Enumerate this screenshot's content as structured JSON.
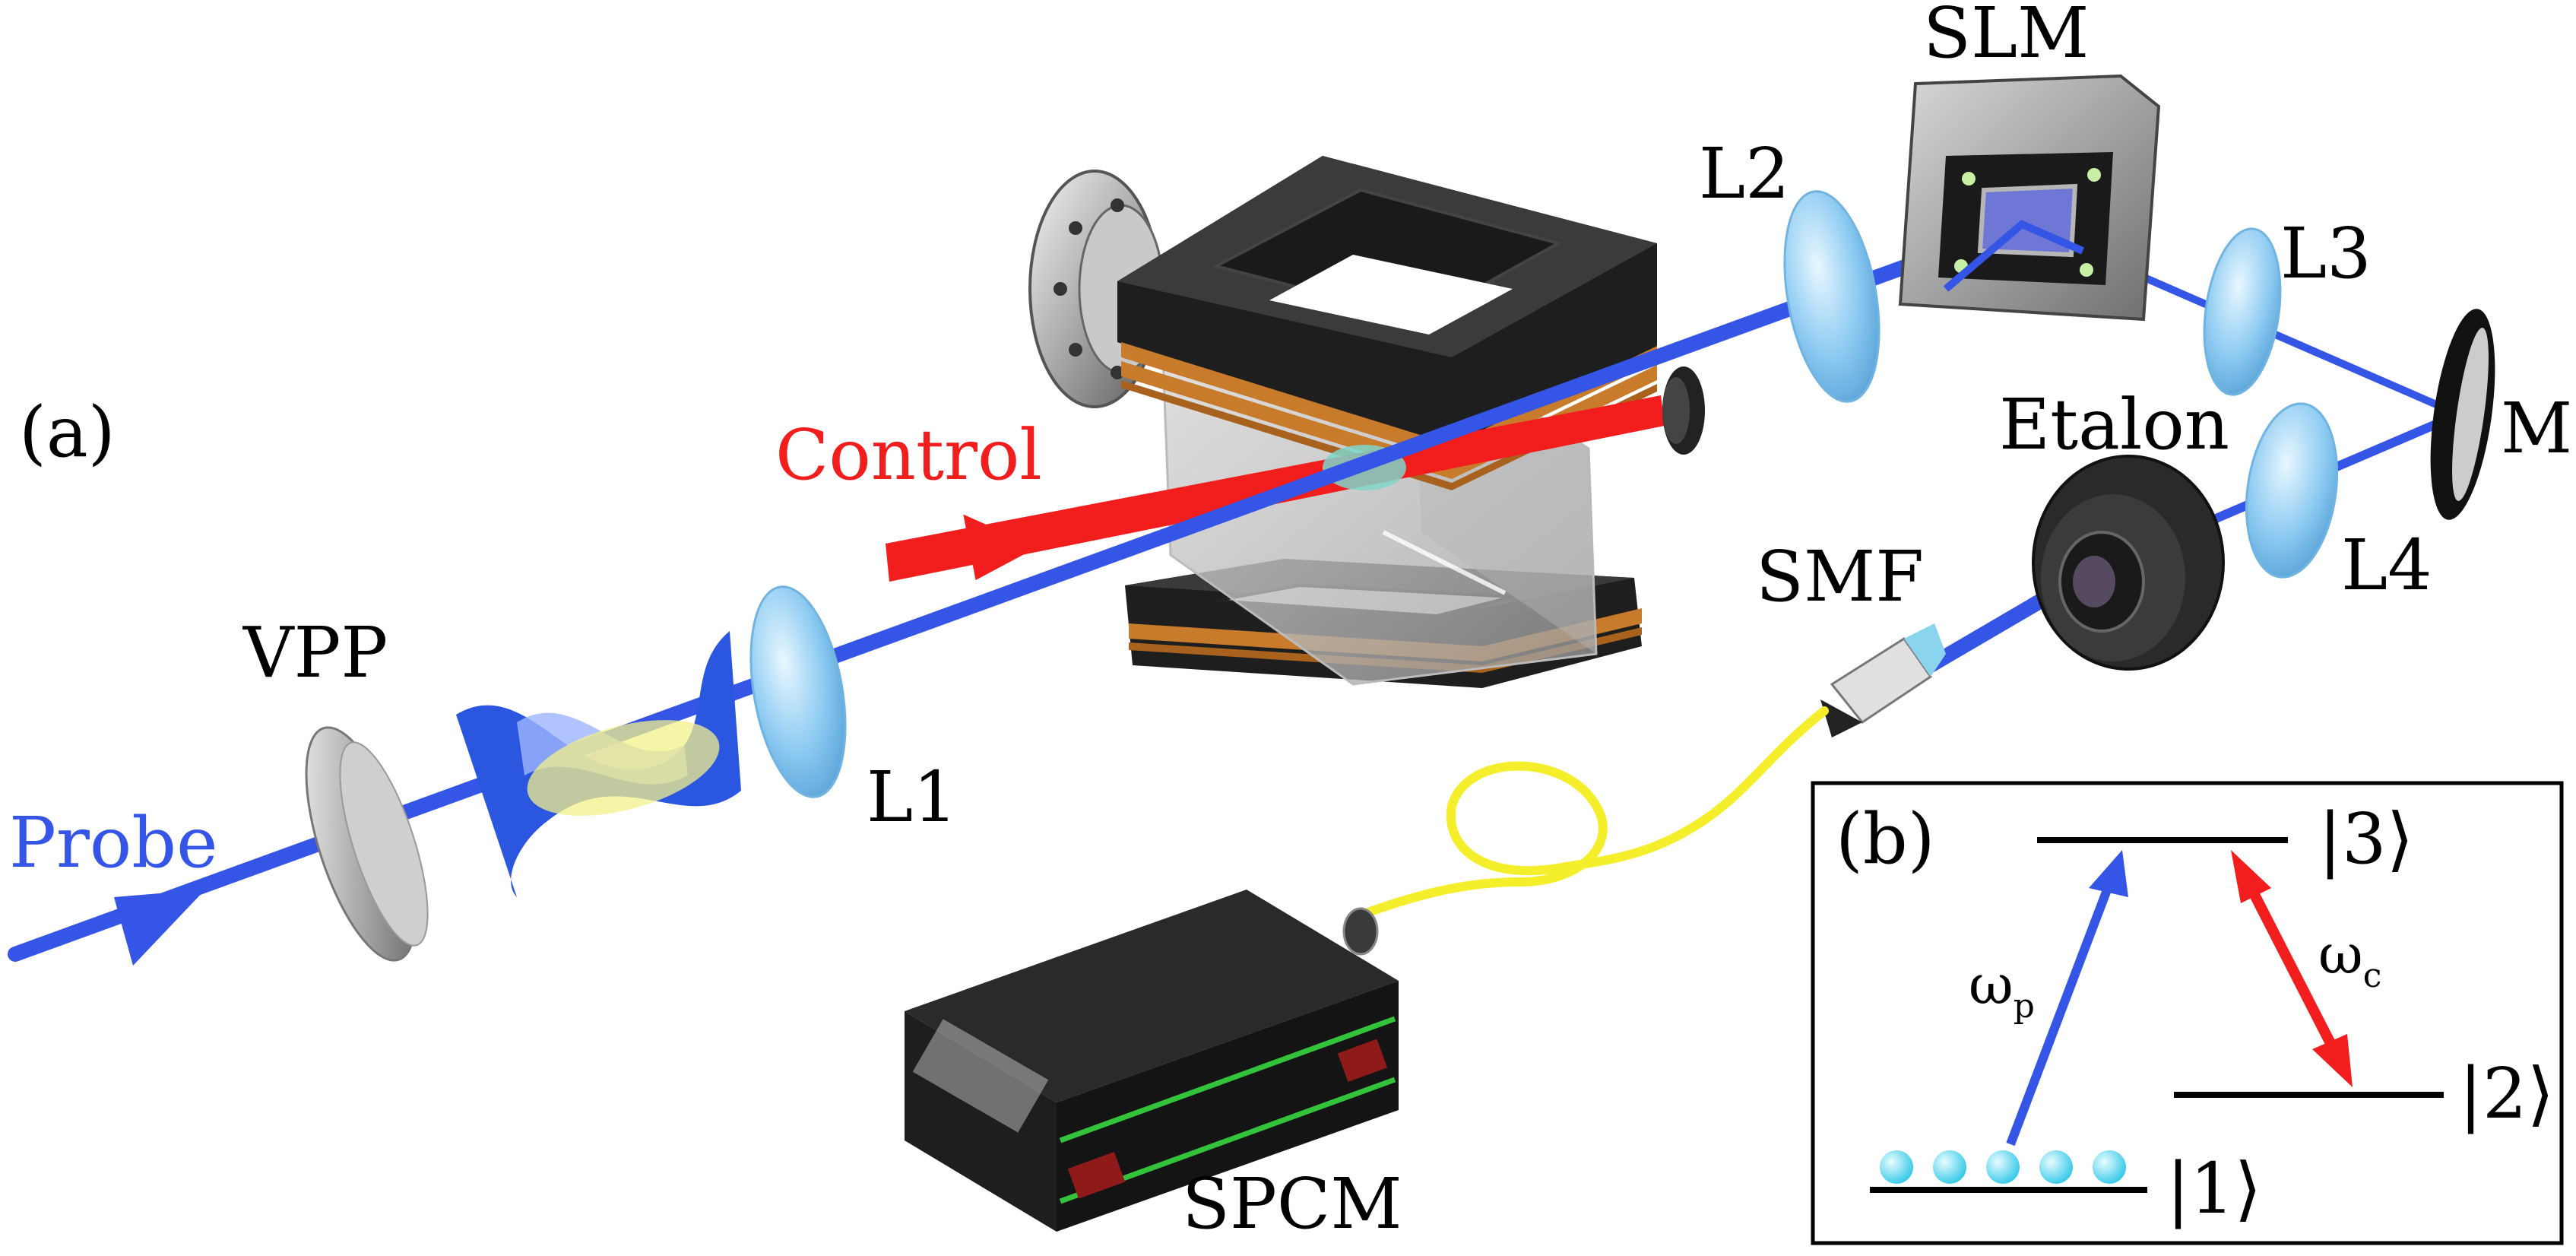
{
  "panel_a": {
    "tag": "(a)",
    "labels": {
      "probe": "Probe",
      "control": "Control",
      "vpp": "VPP",
      "l1": "L1",
      "l2": "L2",
      "l3": "L3",
      "l4": "L4",
      "slm": "SLM",
      "m": "M",
      "etalon": "Etalon",
      "smf": "SMF",
      "spcm": "SPCM"
    }
  },
  "panel_b": {
    "tag": "(b)",
    "levels": {
      "level1": "|1⟩",
      "level2": "|2⟩",
      "level3": "|3⟩"
    },
    "transitions": {
      "probe_omega": "ω",
      "probe_sub": "p",
      "control_omega": "ω",
      "control_sub": "c"
    }
  },
  "colors": {
    "probe": "#3555e6",
    "control": "#f21d1d",
    "lens": "#8ecbf2",
    "fiber": "#f5ee2a",
    "coil": "#c87b2a",
    "body": "#2a2a2a",
    "atom": "#5fe0f5"
  }
}
